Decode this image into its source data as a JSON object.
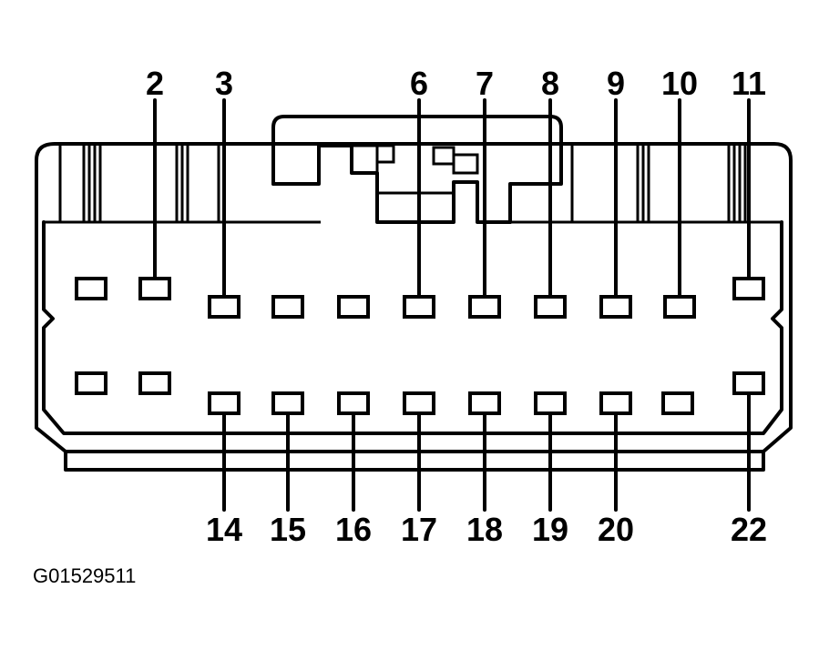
{
  "figure_code": "G01529511",
  "pins_top": [
    {
      "label": "2"
    },
    {
      "label": "3"
    },
    {
      "label": "6"
    },
    {
      "label": "7"
    },
    {
      "label": "8"
    },
    {
      "label": "9"
    },
    {
      "label": "10"
    },
    {
      "label": "11"
    }
  ],
  "pins_bottom": [
    {
      "label": "14"
    },
    {
      "label": "15"
    },
    {
      "label": "16"
    },
    {
      "label": "17"
    },
    {
      "label": "18"
    },
    {
      "label": "19"
    },
    {
      "label": "20"
    },
    {
      "label": "22"
    }
  ]
}
